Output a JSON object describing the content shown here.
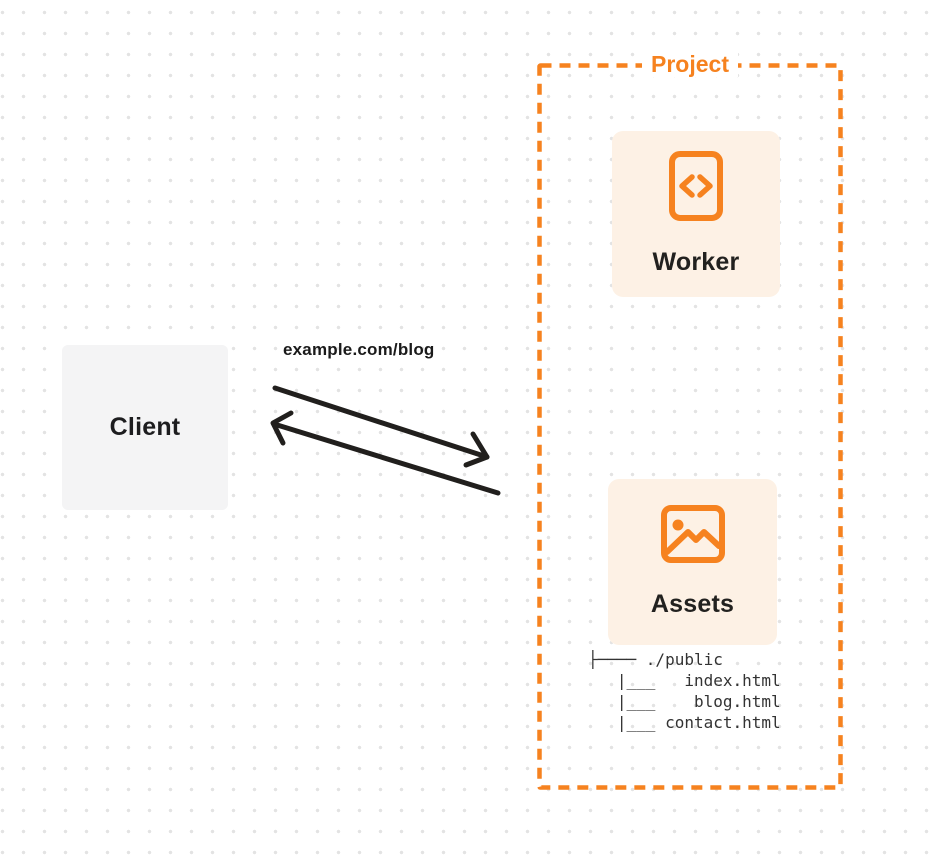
{
  "canvas": {
    "background": "#FFFFFF",
    "dot_grid_color": "#E3E3E3"
  },
  "colors": {
    "accent_orange": "#F6821F",
    "card_background": "#FDF1E5",
    "client_background": "#F4F4F5",
    "arrow_color": "#211F1D",
    "label_text": "#1D1D1F",
    "tree_text": "#333333"
  },
  "client": {
    "label": "Client"
  },
  "request": {
    "url_label": "example.com/blog"
  },
  "arrows": {
    "request_direction": "client-to-project",
    "response_direction": "project-to-client"
  },
  "project": {
    "label": "Project",
    "worker": {
      "label": "Worker",
      "icon": "code-document-icon"
    },
    "assets": {
      "label": "Assets",
      "icon": "image-icon",
      "file_tree": "├──── ./public\n   |___   index.html\n   |___    blog.html\n   |___ contact.html"
    }
  }
}
